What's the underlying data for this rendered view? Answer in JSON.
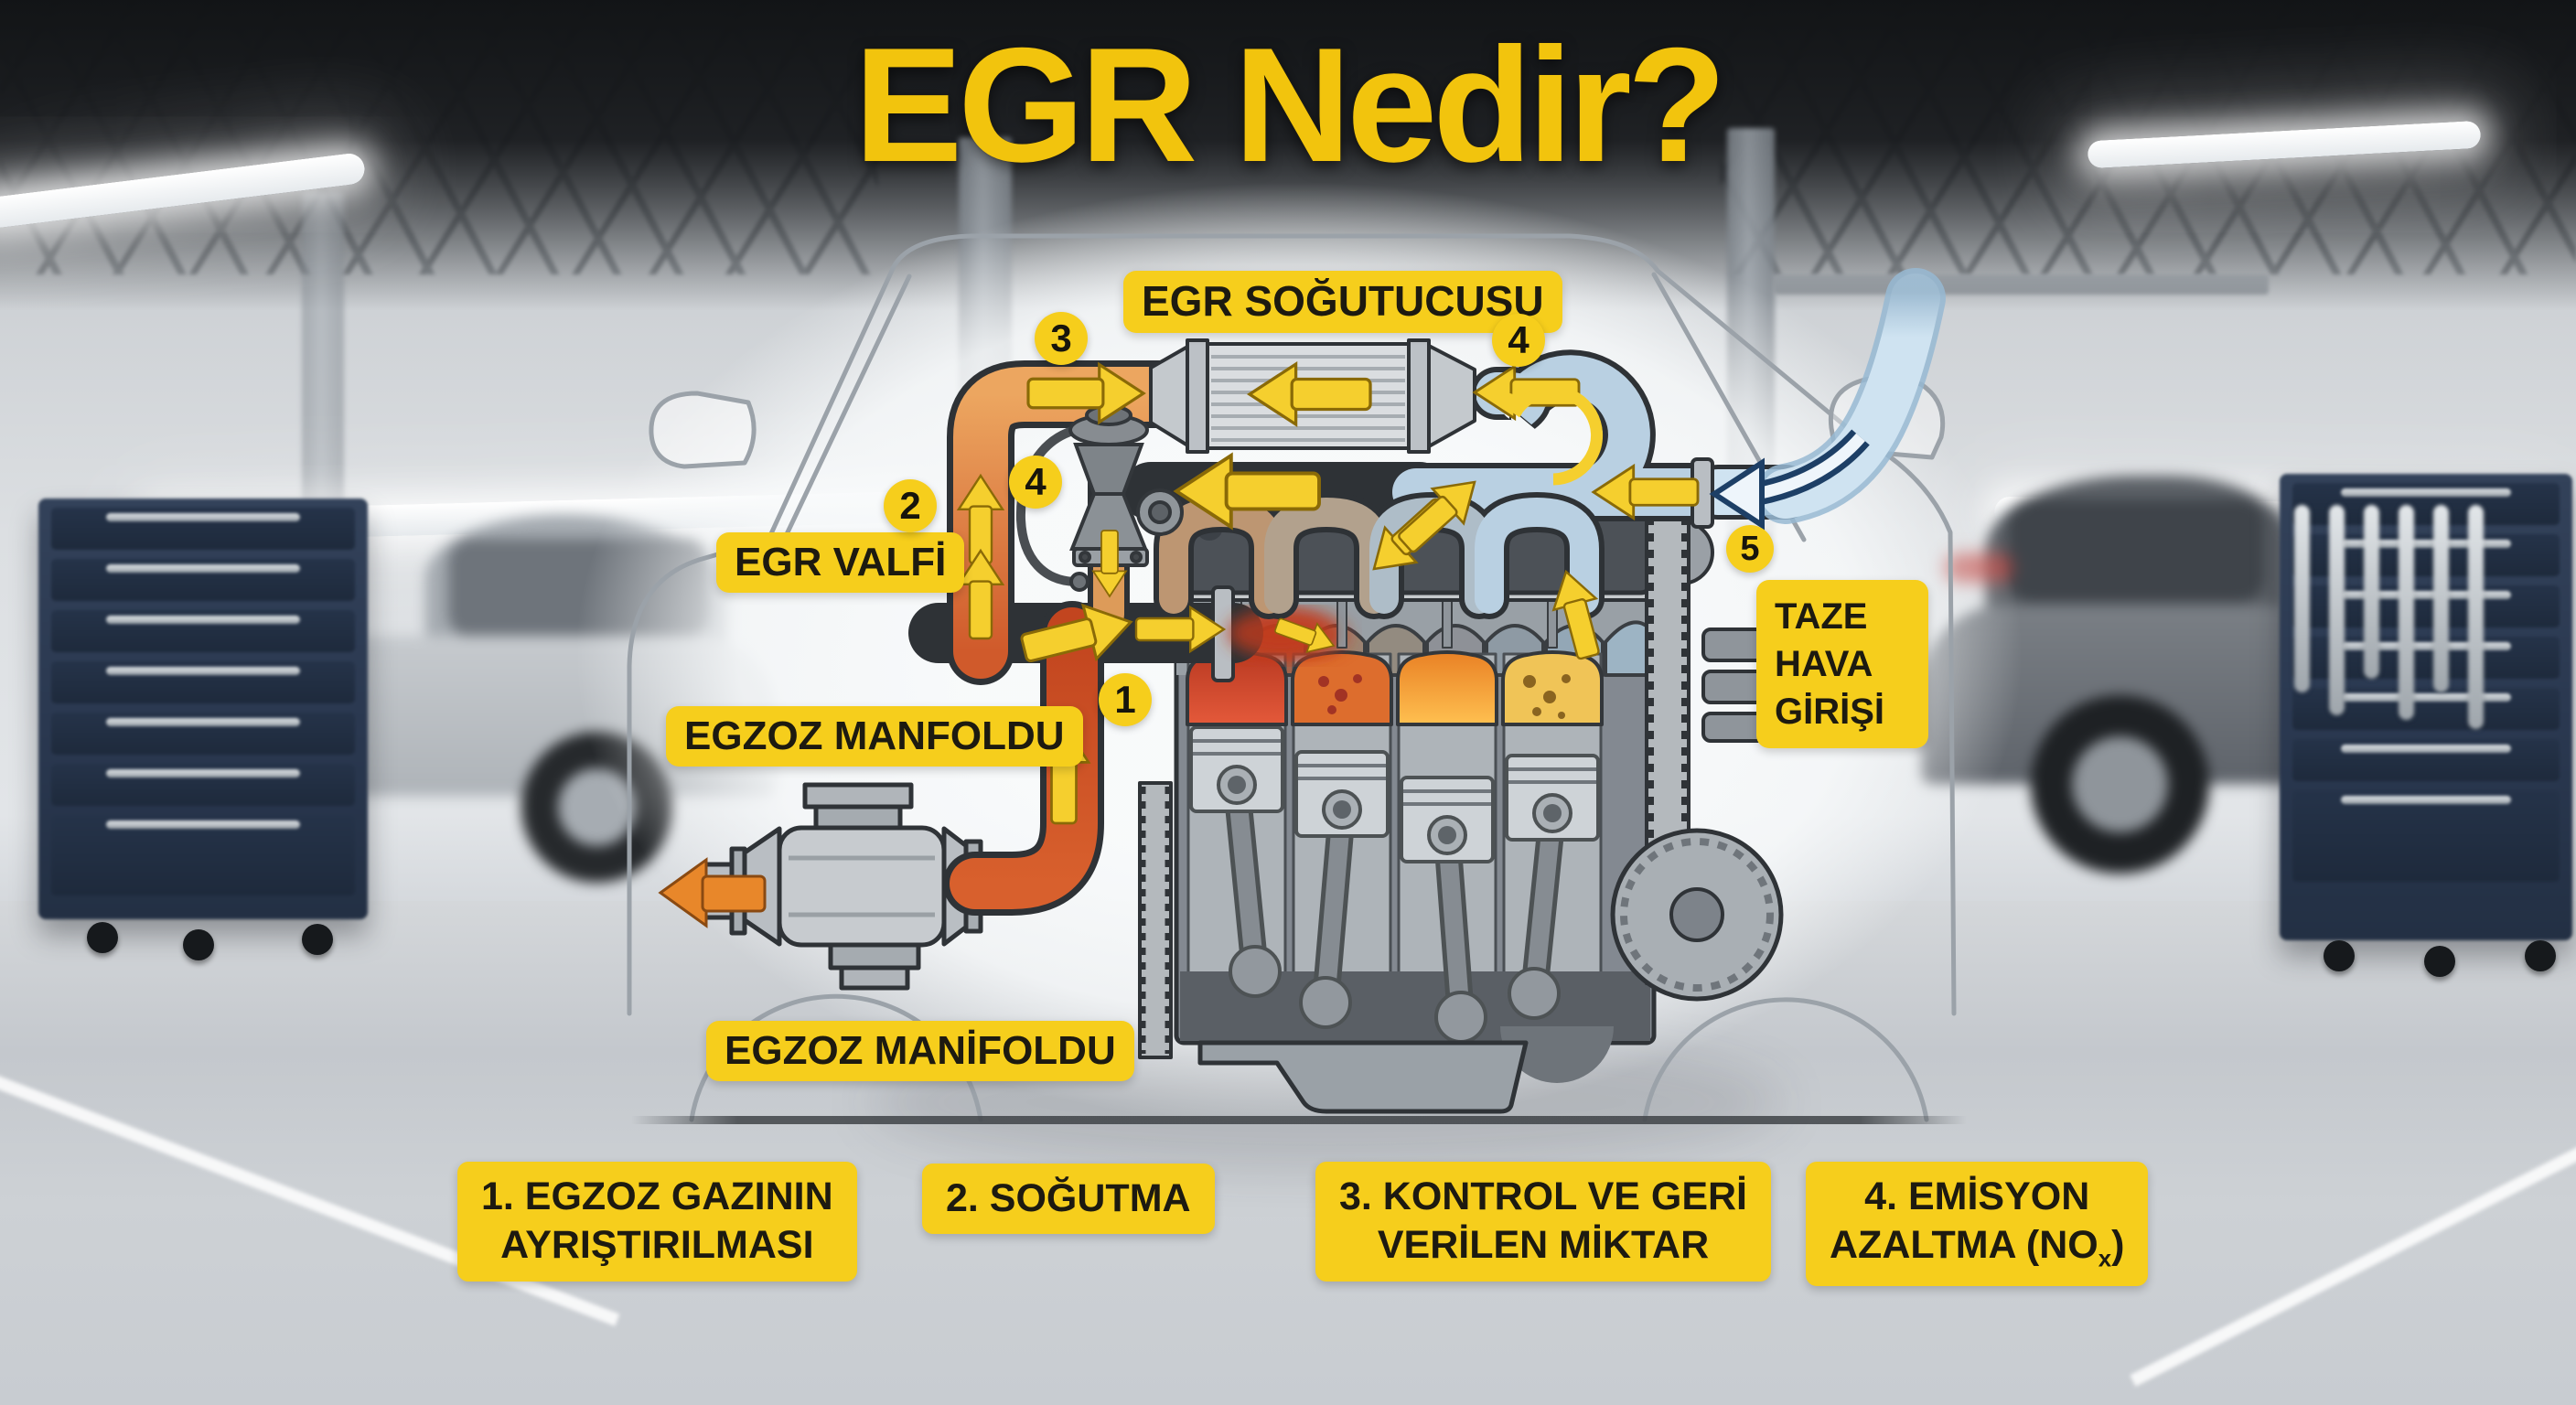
{
  "title": "EGR Nedir?",
  "colors": {
    "accent_yellow": "#F6CE1C",
    "title_yellow": "#F2C40D",
    "pipe_exhaust_hot": "#B8381C",
    "pipe_exhaust_warm": "#E8A159",
    "pipe_fresh_air": "#BCD2E4",
    "cabinet_navy": "#2C3A4E"
  },
  "diagram": {
    "labels": {
      "cooler": "EGR SOĞUTUCUSU",
      "valve": "EGR VALFİ",
      "manifold_upper": "EGZOZ MANFOLDU",
      "manifold_lower": "EGZOZ MANİFOLDU",
      "fresh_air": "TAZE HAVA GİRİŞİ"
    },
    "markers": [
      {
        "n": "3"
      },
      {
        "n": "4"
      },
      {
        "n": "2"
      },
      {
        "n": "4"
      },
      {
        "n": "1"
      },
      {
        "n": "5"
      }
    ]
  },
  "legend": [
    {
      "line1": "1. EGZOZ GAZININ",
      "line2": "AYRIŞTIRILMASI"
    },
    {
      "line1": "2. SOĞUTMA"
    },
    {
      "line1": "3. KONTROL VE GERİ",
      "line2": "VERİLEN MİKTAR"
    },
    {
      "line1": "4. EMİSYON",
      "line2_prefix": "AZALTMA (NO",
      "line2_sub": "x",
      "line2_suffix": ")"
    }
  ]
}
